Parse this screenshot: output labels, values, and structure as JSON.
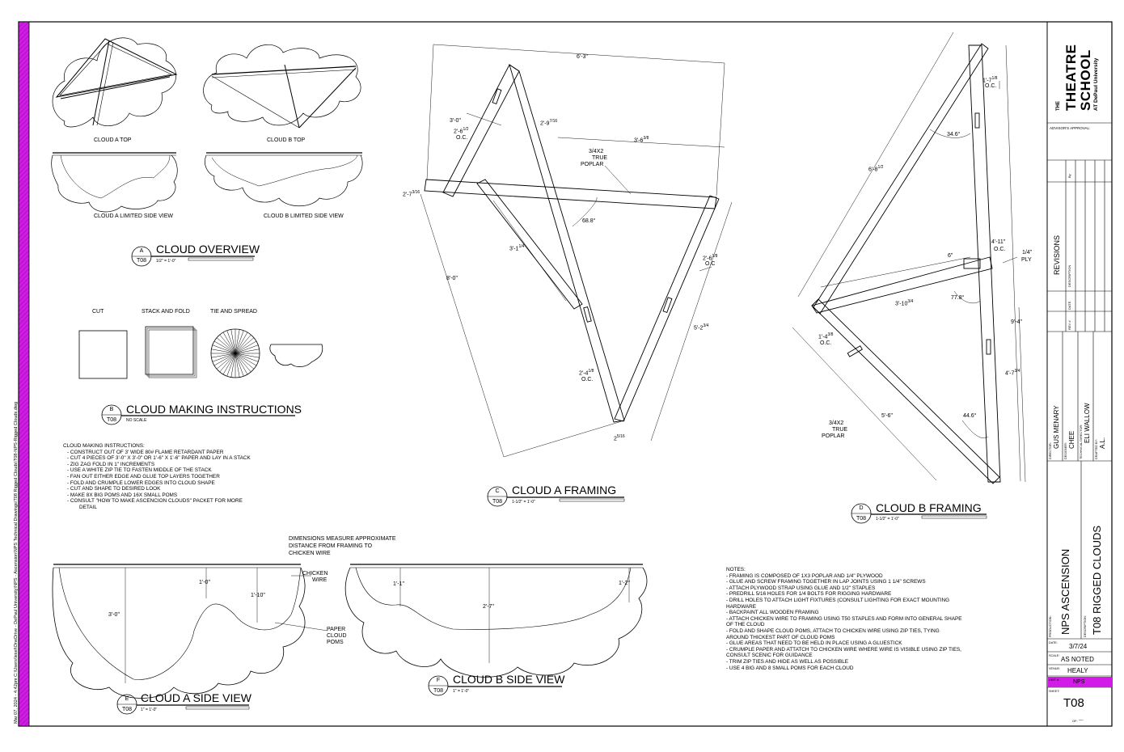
{
  "file_path": "Mar 07, 2024 - 4:42pm C:\\Users\\lesel\\OneDrive - DePaul University\\NPS - Ascension\\NPS Technical Drawings\\T08 Rigged Clouds\\T08-NPS-Rigged Clouds.dwg",
  "views": {
    "a": {
      "letter": "A",
      "sheet": "T08",
      "title": "CLOUD OVERVIEW",
      "scale": "1/2\" = 1'-0\"",
      "labels": {
        "top_a": "CLOUD A TOP",
        "top_b": "CLOUD B TOP",
        "side_a": "CLOUD A LIMITED SIDE VIEW",
        "side_b": "CLOUD B LIMITED SIDE VIEW"
      }
    },
    "b": {
      "letter": "B",
      "sheet": "T08",
      "title": "CLOUD MAKING INSTRUCTIONS",
      "scale": "NO SCALE",
      "steps": [
        "CUT",
        "STACK AND FOLD",
        "TIE AND SPREAD"
      ]
    },
    "c": {
      "letter": "C",
      "sheet": "T08",
      "title": "CLOUD A FRAMING",
      "scale": "1-1/2\" = 1'-0\""
    },
    "d": {
      "letter": "D",
      "sheet": "T08",
      "title": "CLOUD B FRAMING",
      "scale": "1-1/2\" = 1'-0\""
    },
    "e": {
      "letter": "E",
      "sheet": "T08",
      "title": "CLOUD A SIDE VIEW",
      "scale": "1\" = 1'-0\""
    },
    "f": {
      "letter": "F",
      "sheet": "T08",
      "title": "CLOUD B SIDE VIEW",
      "scale": "1\" = 1'-0\""
    }
  },
  "instructions": {
    "heading": "CLOUD MAKING INSTRUCTIONS:",
    "items": [
      "CONSTRUCT OUT OF 3' WIDE 80# FLAME RETARDANT PAPER",
      "CUT 4 PIECES OF 3'-0\" X 3'-0\" OR 1'-6\" X 1'-6\" PAPER AND LAY IN A STACK",
      "ZIG ZAG FOLD IN 1\" INCREMENTS",
      "USE A WHITE ZIP TIE TO FASTEN MIDDLE OF THE STACK",
      "FAN OUT EITHER EDGE AND GLUE TOP LAYERS TOGETHER",
      "FOLD AND CRUMPLE LOWER EDGES INTO CLOUD SHAPE",
      "CUT AND SHAPE TO DESIRED LOOK",
      "MAKE 8X BIG POMS AND 16X SMALL POMS",
      "CONSULT \"HOW TO MAKE ASCENCION CLOUDS\" PACKET FOR MORE",
      "DETAIL"
    ]
  },
  "notes": {
    "heading": "NOTES:",
    "lines": [
      "FRAMING IS COMPOSED OF 1X3 POPLAR AND 1/4\" PLYWOOD",
      "GLUE AND SCREW FRAMING TOGETHER IN LAP JOINTS USING 1 1/4\" SCREWS",
      "ATTACH PLYWOOD STRAP USING GLUE AND 1/2\" STAPLES",
      "PREDRILL 5/16 HOLES FOR 1/4 BOLTS FOR RIGGING HARDWARE",
      "DRILL HOLES TO ATTACH LIGHT FIXTURES (CONSULT LIGHTING FOR EXACT MOUNTING",
      "HARDWARE",
      "BACKPAINT ALL WOODEN FRAMING",
      "ATTACH CHICKEN WIRE TO FRAMING USING T50 STAPLES AND FORM INTO GENERAL SHAPE",
      "OF THE CLOUD",
      "FOLD AND SHAPE CLOUD POMS, ATTACH TO CHICKEN WIRE USING ZIP TIES, TYING",
      "AROUND THICKEST PART OF CLOUD POMS",
      "GLUE AREAS THAT NEED TO BE HELD IN PLACE USING A GLUESTICK",
      "CRUMPLE PAPER AND ATTATCH TO CHICKEN WIRE WHERE WIRE IS VISIBLE USING ZIP TIES,",
      "CONSULT SCENIC FOR GUIDANCE",
      "TRIM ZIP TIES AND HIDE AS WELL AS POSSIBLE",
      "USE 4 BIG AND 8 SMALL POMS FOR EACH CLOUD"
    ]
  },
  "dims": {
    "c": {
      "overall": "6'-3\"",
      "d1": "3'-0\"",
      "d2": "2'-6",
      "d2f": "1/2",
      "oc": "O.C.",
      "d3": "2'-9",
      "d3f": "7/16",
      "d4": "3'-6",
      "d4f": "3/8",
      "mat1": "3/4X2",
      "mat2": "TRUE",
      "mat3": "POPLAR",
      "d5": "2'-7",
      "d5f": "3/16",
      "ang": "68.8°",
      "d6": "3'-1",
      "d6f": "1/4",
      "d7": "2'-6",
      "d7f": "1/8",
      "oc2": "O.C",
      "d8": "8'-0\"",
      "d9": "5'-2",
      "d9f": "3/4",
      "d10": "2'-4",
      "d10f": "1/8",
      "oc3": "O.C.",
      "d11": "2",
      "d11f": "5/16"
    },
    "d": {
      "d1": "1'-7",
      "d1f": "1/8",
      "oc": "O.C.",
      "ang1": "34.6°",
      "d2": "6'-8",
      "d2f": "1/2",
      "d3": "6\"",
      "d4": "4'-11\"",
      "oc2": "O.C.",
      "ply1": "1/4\"",
      "ply2": "PLY",
      "d5": "3'-10",
      "d5f": "3/4",
      "ang2": "77.8°",
      "d6": "9'-4\"",
      "d7": "1'-4",
      "d7f": "3/8",
      "oc3": "O.C.",
      "d8": "4'-7",
      "d8f": "3/4",
      "ang3": "44.6°",
      "d9": "5'-6\"",
      "mat1": "3/4X2",
      "mat2": "TRUE",
      "mat3": "POPLAR"
    },
    "e": {
      "h1": "1'-0\"",
      "h2": "1'-10\"",
      "h3": "3'-0\"",
      "note1": "DIMENSIONS MEASURE APPROXIMATE",
      "note2": "DISTANCE FROM FRAMING TO",
      "note3": "CHICKEN WIRE",
      "cw1": "CHICKEN",
      "cw2": "WIRE",
      "pp1": "PAPER",
      "pp2": "CLOUD",
      "pp3": "POMS"
    },
    "f": {
      "h1": "1'-1\"",
      "h2": "2'-7\"",
      "h3": "1'-2\""
    }
  },
  "title_block": {
    "logo_the": "THE",
    "logo_theatre": "THEATRE",
    "logo_school": "SCHOOL",
    "logo_depaul": "AT DePaul University",
    "advisor": "ADVISOR'S APPROVAL:",
    "revisions": "REVISIONS",
    "rev_no": "REV #",
    "rev_date": "DATE",
    "rev_desc": "DESCRIPTION",
    "rev_by": "By",
    "director_lbl": "DIRECTOR:",
    "director": "GUS MENARY",
    "designer_lbl": "DESIGNER:",
    "designer": "CHEE",
    "td_lbl": "TECHNICAL DIRECTOR:",
    "td": "ELI WALLOW",
    "drafted_lbl": "DRAFTED BY:",
    "drafted": "A.L.",
    "production_lbl": "PRODUCTION:",
    "production": "NPS ASCENSION",
    "description_lbl": "DESCRIPTION:",
    "description": "T08 RIGGED CLOUDS",
    "date_lbl": "DATE:",
    "date": "3/7/24",
    "scale_lbl": "SCALE:",
    "scale": "AS NOTED",
    "venue_lbl": "VENUE:",
    "venue": "HEALY",
    "unit_lbl": "UNIT #:",
    "unit": "NPS",
    "sheet_lbl": "SHEET:",
    "sheet": "T08",
    "of_lbl": "OF:",
    "of": "__"
  },
  "colors": {
    "accent": "#d21be6",
    "line": "#000000"
  }
}
